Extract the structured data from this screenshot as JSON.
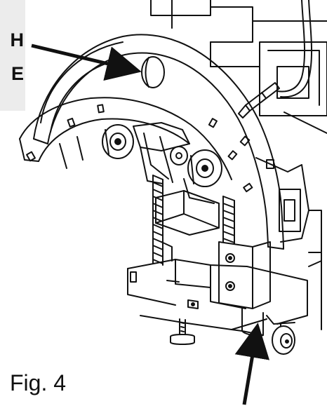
{
  "callout": {
    "line1": "H",
    "line2": "E"
  },
  "figure_label": "Fig. 4"
}
